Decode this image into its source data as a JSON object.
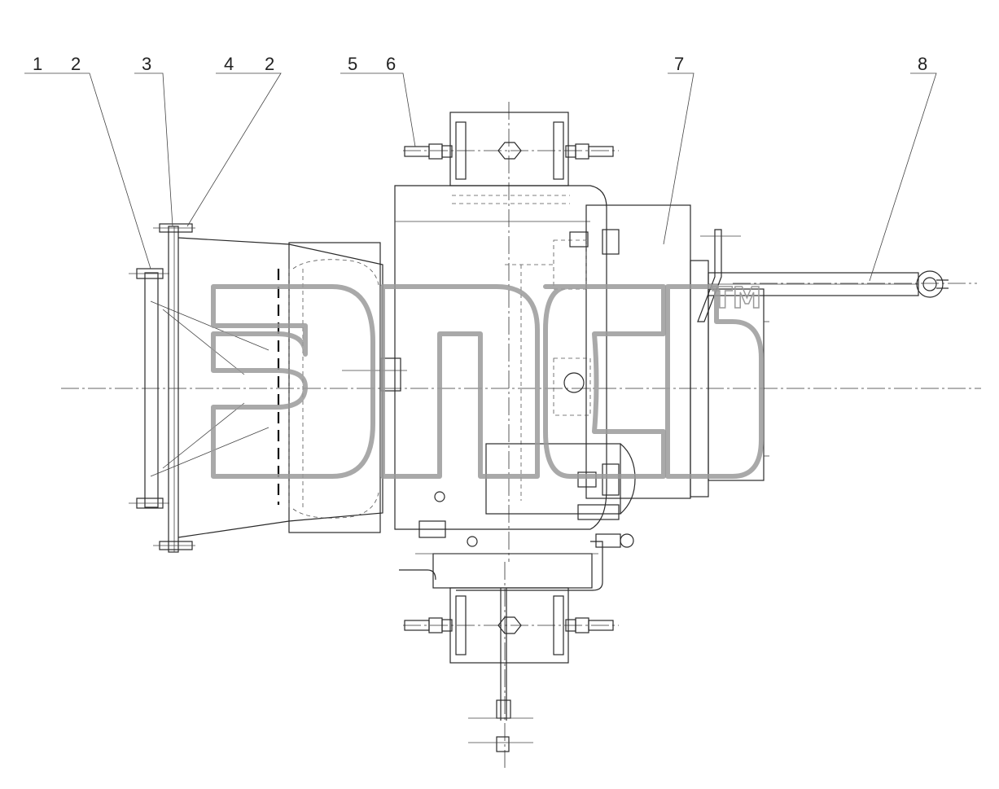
{
  "callouts": [
    {
      "id": "1",
      "label": "1"
    },
    {
      "id": "2a",
      "label": "2"
    },
    {
      "id": "3",
      "label": "3"
    },
    {
      "id": "4",
      "label": "4"
    },
    {
      "id": "2b",
      "label": "2"
    },
    {
      "id": "5",
      "label": "5"
    },
    {
      "id": "6",
      "label": "6"
    },
    {
      "id": "7",
      "label": "7"
    },
    {
      "id": "8",
      "label": "8"
    }
  ],
  "watermark": {
    "trademark": "TM"
  },
  "colors": {
    "line": "#2a2a2a",
    "watermark": "#9a9a9a"
  }
}
